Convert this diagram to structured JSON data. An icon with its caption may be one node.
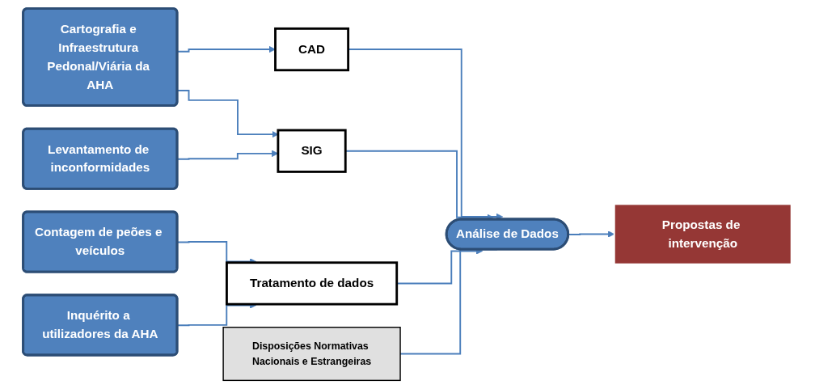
{
  "diagram": {
    "nodes": [
      {
        "text": [
          "Cartografia e Infraestrutura Pedonal/Viária da AHA"
        ]
      },
      {
        "text": [
          "Levantamento de inconformidades"
        ]
      },
      {
        "text": [
          "Contagem de peões e veículos"
        ]
      },
      {
        "text": [
          "Inquérito a utilizadores da AHA"
        ]
      },
      {
        "text": [
          "CAD"
        ]
      },
      {
        "text": [
          "SIG"
        ]
      },
      {
        "text": [
          "Tratamento de dados"
        ]
      },
      {
        "text": [
          "Análise de Dados"
        ]
      },
      {
        "text": [
          "Disposições Normativas Nacionais e Estrangeiras"
        ]
      },
      {
        "text": [
          "Propostas de intervenção"
        ]
      }
    ],
    "edges": [
      {
        "from": 0,
        "to": 4,
        "arrow": "to"
      },
      {
        "from": 0,
        "to": 5,
        "arrow": "to"
      },
      {
        "from": 1,
        "to": 5,
        "arrow": "to"
      },
      {
        "from": 2,
        "to": 6,
        "arrow": "to"
      },
      {
        "from": 3,
        "to": 6,
        "arrow": "to"
      },
      {
        "from": 4,
        "to": 7,
        "arrow": "to"
      },
      {
        "from": 5,
        "to": 7,
        "arrow": "to"
      },
      {
        "from": 6,
        "to": 7,
        "arrow": "to"
      },
      {
        "from": 8,
        "to": 7,
        "arrow": "none"
      },
      {
        "from": 7,
        "to": 9,
        "arrow": "to"
      }
    ]
  }
}
